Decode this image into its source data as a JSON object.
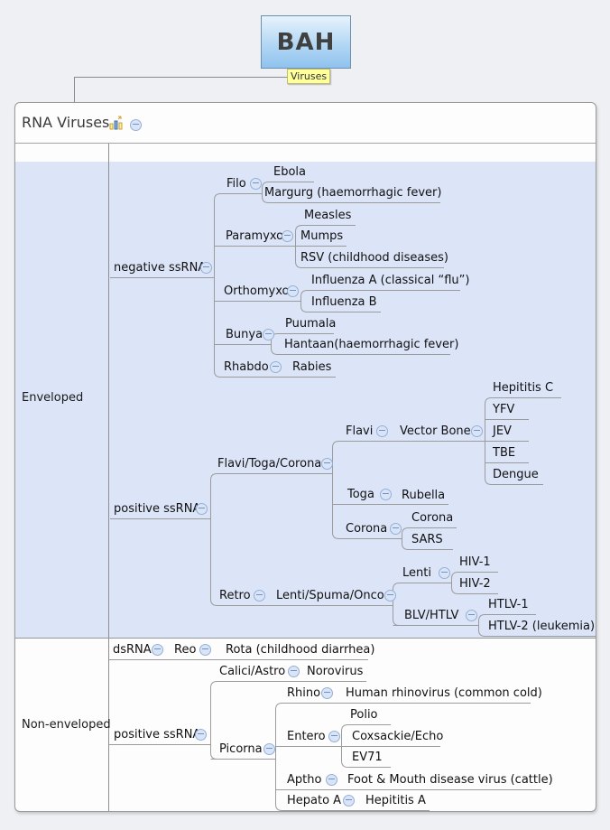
{
  "root": {
    "title": "BAH",
    "edge_label": "Viruses"
  },
  "map": {
    "title": "RNA Viruses",
    "header_icons": [
      "statistics-icon",
      "collapse-icon"
    ]
  },
  "colors": {
    "enveloped_bg": "#dce4f8",
    "root_fill_top": "#e7f3fc",
    "root_fill_bottom": "#8fc2ee",
    "edge_label_bg": "#ffff9c",
    "line": "#9b9b9b",
    "collapse_fill": "#d9e5f7",
    "collapse_stroke": "#94afd7"
  },
  "tree": {
    "enveloped": {
      "label": "Enveloped",
      "groups": [
        {
          "label": "negative ssRNA",
          "children": [
            {
              "label": "Filo",
              "children": [
                {
                  "label": "Ebola"
                },
                {
                  "label": "Margurg (haemorrhagic fever)"
                }
              ]
            },
            {
              "label": "Paramyxo",
              "children": [
                {
                  "label": "Measles"
                },
                {
                  "label": "Mumps"
                },
                {
                  "label": "RSV (childhood diseases)"
                }
              ]
            },
            {
              "label": "Orthomyxo",
              "children": [
                {
                  "label": "Influenza A (classical “flu”)"
                },
                {
                  "label": "Influenza B"
                }
              ]
            },
            {
              "label": "Bunya",
              "children": [
                {
                  "label": "Puumala"
                },
                {
                  "label": "Hantaan(haemorrhagic fever)"
                }
              ]
            },
            {
              "label": "Rhabdo",
              "children": [
                {
                  "label": "Rabies"
                }
              ]
            }
          ]
        },
        {
          "label": "positive ssRNA",
          "children": [
            {
              "label": "Flavi/Toga/Corona",
              "children": [
                {
                  "label": "Flavi",
                  "children": [
                    {
                      "label": "Hepititis C"
                    },
                    {
                      "label": "Vector Bone",
                      "children": [
                        {
                          "label": "YFV"
                        },
                        {
                          "label": "JEV"
                        },
                        {
                          "label": "TBE"
                        },
                        {
                          "label": "Dengue"
                        }
                      ]
                    }
                  ]
                },
                {
                  "label": "Toga",
                  "children": [
                    {
                      "label": "Rubella"
                    }
                  ]
                },
                {
                  "label": "Corona",
                  "children": [
                    {
                      "label": "Corona"
                    },
                    {
                      "label": "SARS"
                    }
                  ]
                }
              ]
            },
            {
              "label": "Retro",
              "children": [
                {
                  "label": "Lenti/Spuma/Onco",
                  "children": [
                    {
                      "label": "Lenti",
                      "children": [
                        {
                          "label": "HIV-1"
                        },
                        {
                          "label": "HIV-2"
                        }
                      ]
                    },
                    {
                      "label": "BLV/HTLV",
                      "children": [
                        {
                          "label": "HTLV-1"
                        },
                        {
                          "label": "HTLV-2 (leukemia)"
                        }
                      ]
                    }
                  ]
                }
              ]
            }
          ]
        }
      ]
    },
    "non_enveloped": {
      "label": "Non-enveloped",
      "groups": [
        {
          "label": "dsRNA",
          "children": [
            {
              "label": "Reo",
              "children": [
                {
                  "label": "Rota (childhood diarrhea)"
                }
              ]
            }
          ]
        },
        {
          "label": "positive ssRNA",
          "children": [
            {
              "label": "Calici/Astro",
              "children": [
                {
                  "label": "Norovirus"
                }
              ]
            },
            {
              "label": "Picorna",
              "children": [
                {
                  "label": "Rhino",
                  "children": [
                    {
                      "label": "Human rhinovirus (common cold)"
                    }
                  ]
                },
                {
                  "label": "Entero",
                  "children": [
                    {
                      "label": "Polio"
                    },
                    {
                      "label": "Coxsackie/Echo"
                    },
                    {
                      "label": "EV71"
                    }
                  ]
                },
                {
                  "label": "Aptho",
                  "children": [
                    {
                      "label": "Foot & Mouth disease virus (cattle)"
                    }
                  ]
                },
                {
                  "label": "Hepato A",
                  "children": [
                    {
                      "label": "Hepititis A"
                    }
                  ]
                }
              ]
            }
          ]
        }
      ]
    }
  }
}
